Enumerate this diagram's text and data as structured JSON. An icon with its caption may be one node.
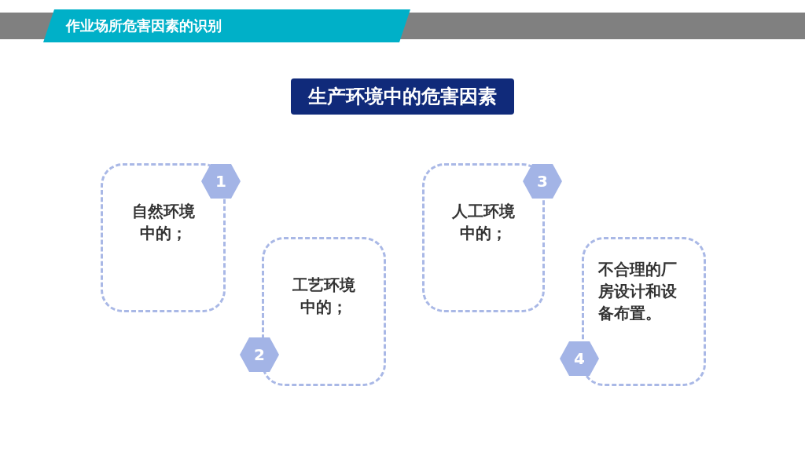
{
  "diagram": {
    "title": "作业场所危害因素的识别",
    "nodes": [
      {
        "text": [
          "生产环境中的危害因素"
        ]
      },
      {
        "text": [
          "自然环境中的；"
        ]
      },
      {
        "text": [
          "1"
        ]
      },
      {
        "text": [
          "工艺环境中的；"
        ]
      },
      {
        "text": [
          "2"
        ]
      },
      {
        "text": [
          "人工环境中的；"
        ]
      },
      {
        "text": [
          "3"
        ]
      },
      {
        "text": [
          "不合理的厂房设计和设备布置。"
        ]
      },
      {
        "text": [
          "4"
        ]
      }
    ],
    "edges": []
  }
}
